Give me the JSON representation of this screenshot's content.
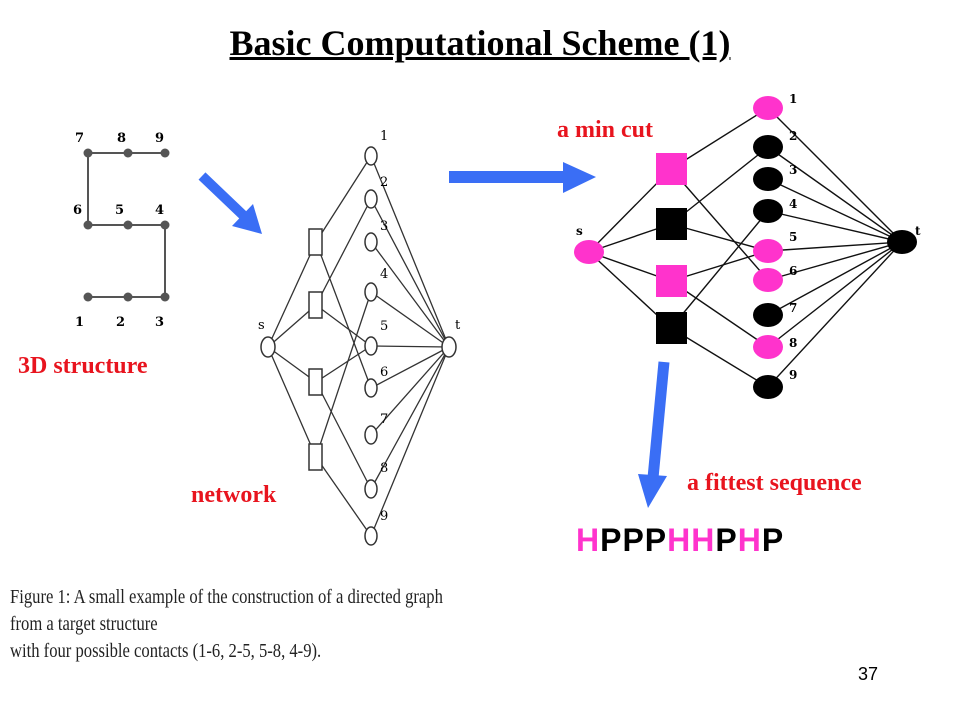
{
  "title": "Basic Computational Scheme (1)",
  "labels": {
    "structure": "3D structure",
    "network": "network",
    "min_cut": "a min cut",
    "fittest": "a fittest sequence"
  },
  "lattice_numbers": [
    "7",
    "8",
    "9",
    "6",
    "5",
    "4",
    "1",
    "2",
    "3"
  ],
  "network_nodes": {
    "source": "s",
    "sink": "t",
    "residues": [
      "1",
      "2",
      "3",
      "4",
      "5",
      "6",
      "7",
      "8",
      "9"
    ]
  },
  "sequence": [
    "H",
    "P",
    "P",
    "P",
    "H",
    "H",
    "P",
    "H",
    "P"
  ],
  "caption_line1": "Figure 1: A small example of the construction of a directed graph from a target structure",
  "caption_line2": "with four possible contacts (1-6, 2-5, 5-8, 4-9).",
  "page_number": "37",
  "colors": {
    "hydrophobic": "#ff33cc",
    "polar": "#000000",
    "arrow": "#3a6ef5",
    "label_red": "#e8141e"
  }
}
